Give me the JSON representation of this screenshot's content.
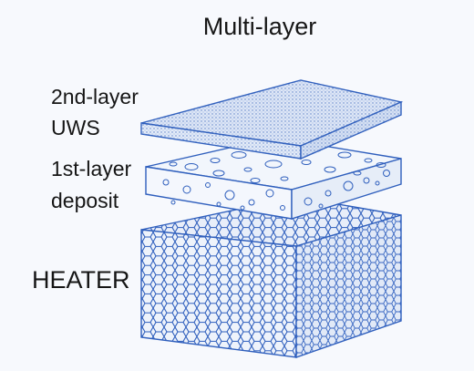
{
  "title": "Multi-layer",
  "layers": {
    "second": {
      "label_line1": "2nd-layer",
      "label_line2": "UWS"
    },
    "first": {
      "label_line1": "1st-layer",
      "label_line2": "deposit"
    },
    "heater": {
      "label": "HEATER"
    }
  },
  "colors": {
    "background": "#f7f9fd",
    "stroke": "#2f5fbd",
    "fill_light": "#e9eff9",
    "fill_mid": "#dbe5f5"
  }
}
